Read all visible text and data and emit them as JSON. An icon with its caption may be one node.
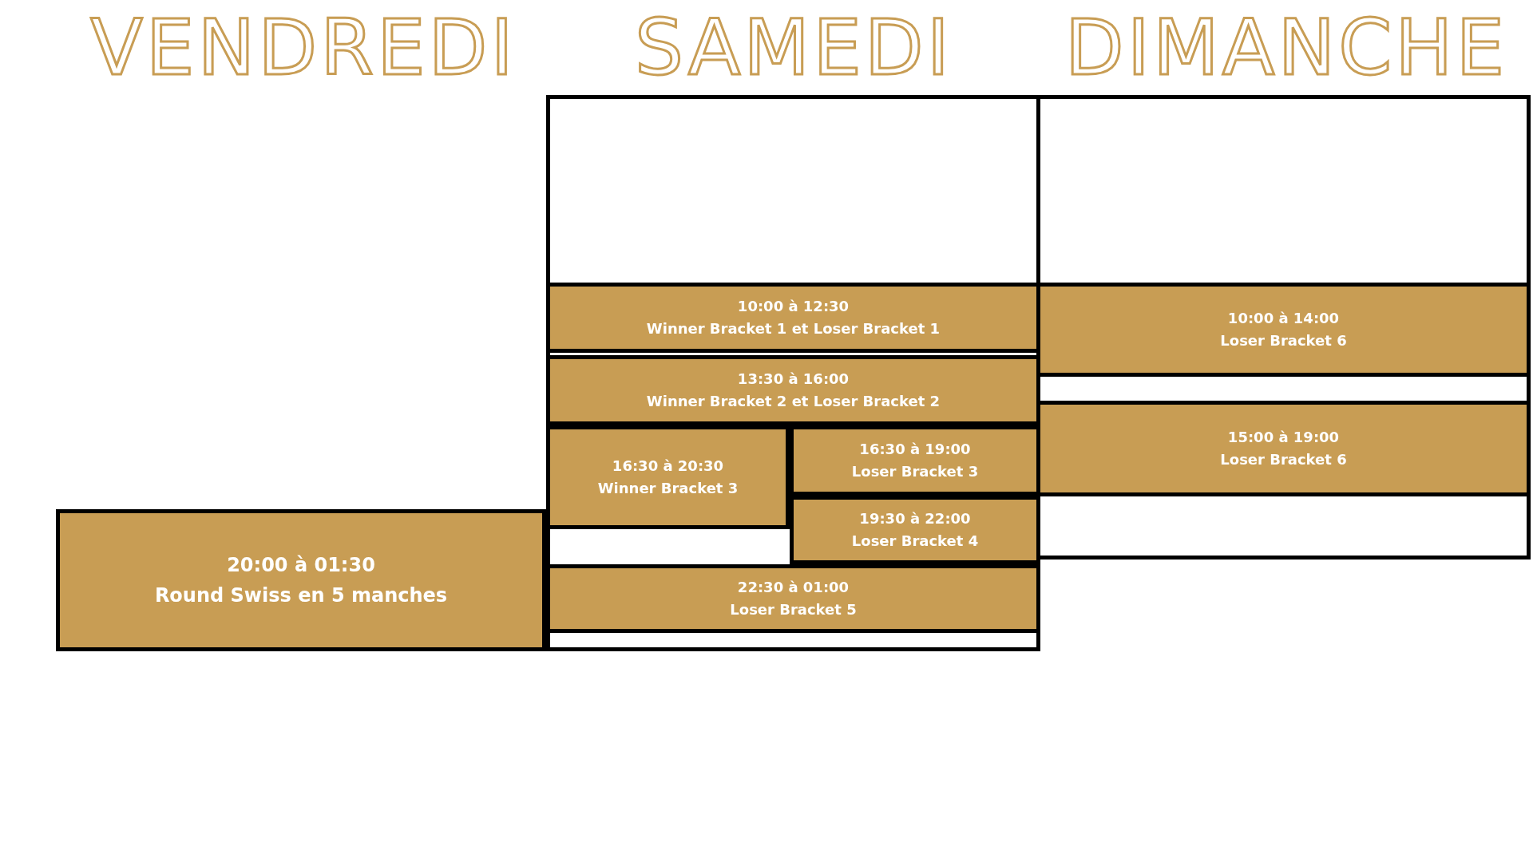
{
  "diagram": {
    "nodes": [
      {
        "text": [],
        "shape": "box"
      },
      {
        "text": [
          "10:00 à 12:30",
          "Winner Bracket 1 et Loser Bracket 1"
        ],
        "in": 0
      },
      {
        "text": [
          "13:30 à 16:00",
          "Winner Bracket 2 et Loser Bracket 2"
        ],
        "in": 0
      },
      {
        "text": [
          "16:30 à 20:30",
          "Winner Bracket 3"
        ],
        "in": 0
      },
      {
        "text": [
          "16:30 à 19:00",
          "Loser Bracket 3"
        ],
        "in": 0
      },
      {
        "text": [
          "19:30 à 22:00",
          "Loser Bracket 4"
        ],
        "in": 0
      },
      {
        "text": [
          "22:30 à 01:00",
          "Loser Bracket 5"
        ],
        "in": 0
      },
      {
        "text": [],
        "shape": "box"
      },
      {
        "text": [
          "10:00 à 14:00",
          "Loser Bracket 6"
        ],
        "in": 7
      },
      {
        "text": [
          "15:00 à 19:00",
          "Loser Bracket 6"
        ],
        "in": 7
      },
      {
        "text": [
          "20:00 à 01:30",
          "Round Swiss en 5 manches"
        ]
      }
    ],
    "edges": [],
    "labels": [
      "VENDREDI",
      "SAMEDI",
      "DIMANCHE"
    ]
  }
}
